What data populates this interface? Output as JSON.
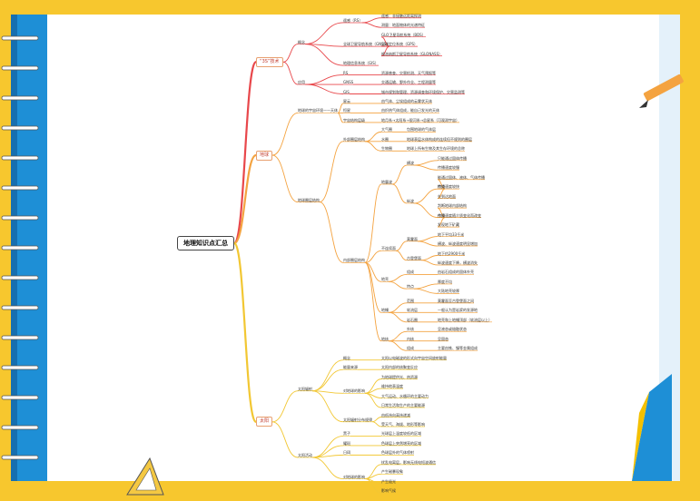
{
  "root": "地理知识点汇总",
  "branches": [
    {
      "label": "“3S”技术",
      "children": [
        {
          "label": "概念",
          "children": [
            {
              "label": "遥感（RS）",
              "children": [
                {
                  "label": "遥感：非接触远距离探测"
                },
                {
                  "label": "测量：地面物体的光谱特征"
                }
              ]
            },
            {
              "label": "全球卫星导航系统（GNSS）",
              "children": [
                {
                  "label": "GLO卫星导航系统（BDS）"
                },
                {
                  "label": "全球定位系统（GPS）"
                },
                {
                  "label": "格洛纳斯卫星导航系统（GLONASS）"
                }
              ]
            },
            {
              "label": "地理信息系统（GIS）"
            }
          ]
        },
        {
          "label": "应用",
          "children": [
            {
              "label": "RS",
              "children": [
                {
                  "label": "资源普查、灾害检测、天气预报等"
                }
              ]
            },
            {
              "label": "GNSS",
              "children": [
                {
                  "label": "交通运输、野外作业、工程测量等"
                }
              ]
            },
            {
              "label": "GIS",
              "children": [
                {
                  "label": "城市规划和管理、资源调查和环境保护、灾害监测等"
                }
              ]
            }
          ]
        }
      ]
    },
    {
      "label": "地球",
      "children": [
        {
          "label": "地球的宇宙环境——天体",
          "children": [
            {
              "label": "星云",
              "children": [
                {
                  "label": "由气体、尘埃组成的云雾状天体"
                }
              ]
            },
            {
              "label": "恒星",
              "children": [
                {
                  "label": "由炽热气体组成，能自己发光的天体"
                }
              ]
            },
            {
              "label": "宇宙结构层级",
              "children": [
                {
                  "label": "地月系→太阳系→银河系→总星系（可观测宇宙）"
                }
              ]
            }
          ]
        },
        {
          "label": "地球圈层结构",
          "children": [
            {
              "label": "外部圈层结构",
              "children": [
                {
                  "label": "大气圈",
                  "children": [
                    {
                      "label": "包围地球的气体层"
                    }
                  ]
                },
                {
                  "label": "水圈",
                  "children": [
                    {
                      "label": "地球表层水体构成的连续但不规则的圈层"
                    }
                  ]
                },
                {
                  "label": "生物圈",
                  "children": [
                    {
                      "label": "地球上所有生物及其生存环境的总称"
                    }
                  ]
                }
              ]
            },
            {
              "label": "内部圈层结构",
              "children": [
                {
                  "label": "地震波",
                  "children": [
                    {
                      "label": "横波",
                      "children": [
                        {
                          "label": "只能通过固体传播"
                        },
                        {
                          "label": "传播速度较慢"
                        }
                      ]
                    },
                    {
                      "label": "纵波",
                      "children": [
                        {
                          "label": "特点",
                          "children": [
                            {
                              "label": "能通过固体、液体、气体传播"
                            },
                            {
                              "label": "传播速度较快"
                            },
                            {
                              "label": "先到达地面"
                            }
                          ]
                        },
                        {
                          "label": "作用",
                          "children": [
                            {
                              "label": "判断地球内部结构"
                            },
                            {
                              "label": "传播速度随介质变化而改变"
                            },
                            {
                              "label": "发现地下矿藏"
                            }
                          ]
                        }
                      ]
                    }
                  ]
                },
                {
                  "label": "不连续面",
                  "children": [
                    {
                      "label": "莫霍面",
                      "children": [
                        {
                          "label": "地下平均33千米"
                        },
                        {
                          "label": "横波、纵波速度明显增加"
                        }
                      ]
                    },
                    {
                      "label": "古登堡面",
                      "children": [
                        {
                          "label": "地下约2900千米"
                        },
                        {
                          "label": "纵波速度下降，横波消失"
                        }
                      ]
                    }
                  ]
                },
                {
                  "label": "地壳",
                  "children": [
                    {
                      "label": "组成",
                      "children": [
                        {
                          "label": "由岩石组成的固体外壳"
                        }
                      ]
                    },
                    {
                      "label": "特点",
                      "children": [
                        {
                          "label": "厚度不均"
                        },
                        {
                          "label": "大陆地壳较厚"
                        }
                      ]
                    }
                  ]
                },
                {
                  "label": "地幔",
                  "children": [
                    {
                      "label": "范围",
                      "children": [
                        {
                          "label": "莫霍面至古登堡面之间"
                        }
                      ]
                    },
                    {
                      "label": "软流层",
                      "children": [
                        {
                          "label": "一般认为是岩浆的发源地"
                        }
                      ]
                    },
                    {
                      "label": "岩石圈",
                      "children": [
                        {
                          "label": "地壳和上地幔顶部（软流层以上）"
                        }
                      ]
                    }
                  ]
                },
                {
                  "label": "地核",
                  "children": [
                    {
                      "label": "外核",
                      "children": [
                        {
                          "label": "呈液态或熔融状态"
                        }
                      ]
                    },
                    {
                      "label": "内核",
                      "children": [
                        {
                          "label": "呈固态"
                        }
                      ]
                    },
                    {
                      "label": "组成",
                      "children": [
                        {
                          "label": "主要由铁、镍等金属组成"
                        }
                      ]
                    }
                  ]
                }
              ]
            }
          ]
        }
      ]
    },
    {
      "label": "太阳",
      "children": [
        {
          "label": "太阳辐射",
          "children": [
            {
              "label": "概念",
              "children": [
                {
                  "label": "太阳以电磁波的形式向宇宙空间放射能量"
                }
              ]
            },
            {
              "label": "能量来源",
              "children": [
                {
                  "label": "太阳内部的核聚变反应"
                }
              ]
            },
            {
              "label": "对地球的影响",
              "children": [
                {
                  "label": "为地球提供光、热资源"
                },
                {
                  "label": "维持地表温度"
                },
                {
                  "label": "大气运动、水循环的主要动力"
                },
                {
                  "label": "日常生活和生产的主要能源"
                }
              ]
            },
            {
              "label": "太阳辐射分布规律",
              "children": [
                {
                  "label": "由低纬向高纬递减"
                },
                {
                  "label": "受天气、海拔、地形等影响"
                }
              ]
            }
          ]
        },
        {
          "label": "太阳活动",
          "children": [
            {
              "label": "黑子",
              "children": [
                {
                  "label": "光球层上温度较低的区域"
                }
              ]
            },
            {
              "label": "耀斑",
              "children": [
                {
                  "label": "色球层上突然增亮的区域"
                }
              ]
            },
            {
              "label": "日珥",
              "children": [
                {
                  "label": "色球层外的气体喷射"
                }
              ]
            },
            {
              "label": "对地球的影响",
              "children": [
                {
                  "label": "扰乱电离层，影响无线电短波通信"
                },
                {
                  "label": "产生磁暴现象"
                },
                {
                  "label": "产生极光"
                },
                {
                  "label": "影响气候"
                }
              ]
            }
          ]
        }
      ]
    }
  ]
}
